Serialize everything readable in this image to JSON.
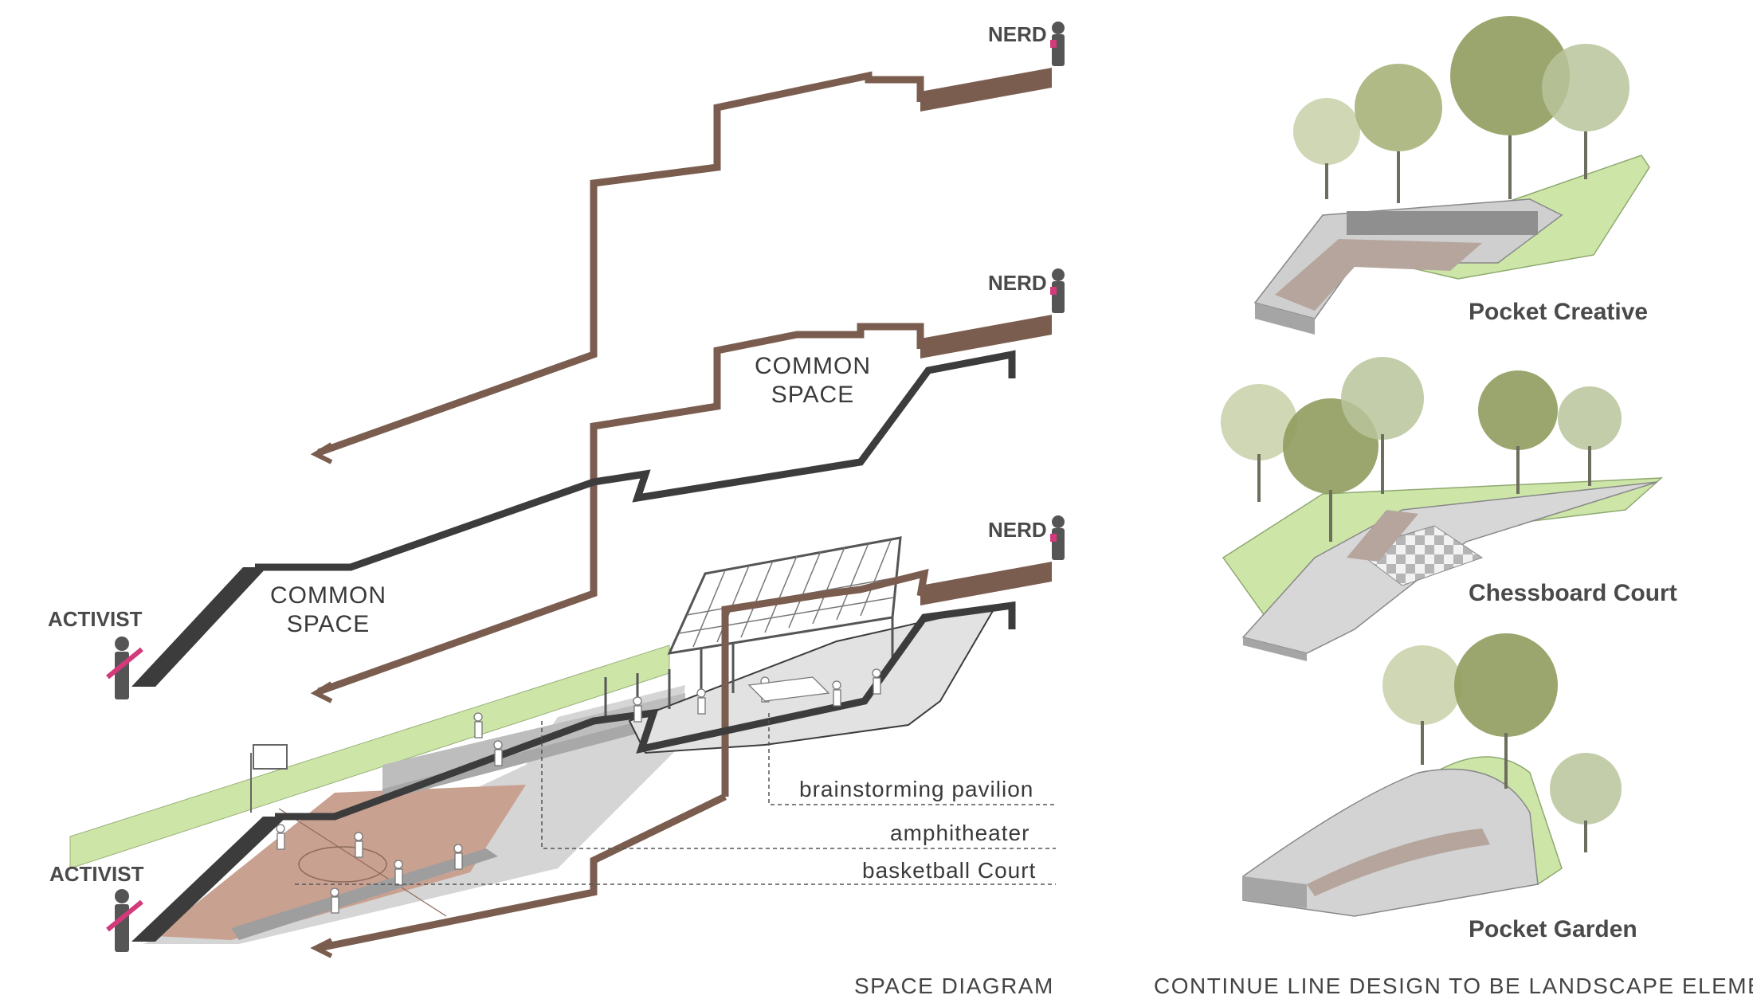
{
  "personas": {
    "nerd_1": "NERD",
    "nerd_2": "NERD",
    "nerd_3": "NERD",
    "activist_1": "ACTIVIST",
    "activist_2": "ACTIVIST"
  },
  "common_space": {
    "upper": {
      "line1": "COMMON",
      "line2": "SPACE"
    },
    "left": {
      "line1": "COMMON",
      "line2": "SPACE"
    }
  },
  "callouts": {
    "pavilion": "brainstorming pavilion",
    "amphitheater": "amphitheater",
    "court": "basketball Court"
  },
  "landscape_elements": {
    "pocket_creative": "Pocket Creative",
    "chessboard_court": "Chessboard Court",
    "pocket_garden": "Pocket Garden"
  },
  "captions": {
    "left": "SPACE DIAGRAM",
    "right": "CONTINUE LINE DESIGN TO BE LANDSCAPE ELEMENTS"
  },
  "colors": {
    "nerd_line": "#7a5d4f",
    "activist_line": "#3c3c3c",
    "green_slope": "#cde6a8",
    "court": "#c9a191",
    "plaza": "#d5d5d5",
    "tree_dark": "#8f9c5d",
    "tree_light": "#b9c49a",
    "accent_pink": "#d23a7a"
  }
}
